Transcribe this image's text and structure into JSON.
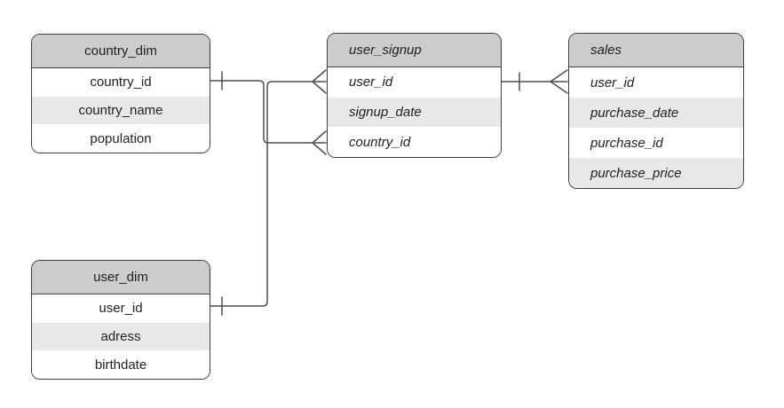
{
  "diagram": {
    "kind": "entity-relationship-diagram",
    "background": "#ffffff",
    "colors": {
      "table_header_fill": "#cccccc",
      "row_fill": "#ffffff",
      "row_alt_fill": "#e8e8e8",
      "table_border": "#3f3f3f",
      "connector": "#4f4f4f",
      "text": "#222222"
    },
    "tables": [
      {
        "name": "country_dim",
        "style": "normal-centered",
        "fields": [
          "country_id",
          "country_name",
          "population"
        ]
      },
      {
        "name": "user_signup",
        "style": "italic-left",
        "fields": [
          "user_id",
          "signup_date",
          "country_id"
        ]
      },
      {
        "name": "sales",
        "style": "italic-left",
        "fields": [
          "user_id",
          "purchase_date",
          "purchase_id",
          "purchase_price"
        ]
      },
      {
        "name": "user_dim",
        "style": "normal-centered",
        "fields": [
          "user_id",
          "adress",
          "birthdate"
        ]
      }
    ],
    "relationships": [
      {
        "from": "country_dim.country_id",
        "to": "user_signup.country_id",
        "from_cardinality": "one",
        "to_cardinality": "many"
      },
      {
        "from": "user_dim.user_id",
        "to": "user_signup.user_id",
        "from_cardinality": "one",
        "to_cardinality": "many"
      },
      {
        "from": "user_signup.user_id",
        "to": "sales.user_id",
        "from_cardinality": "one",
        "to_cardinality": "many"
      }
    ]
  }
}
